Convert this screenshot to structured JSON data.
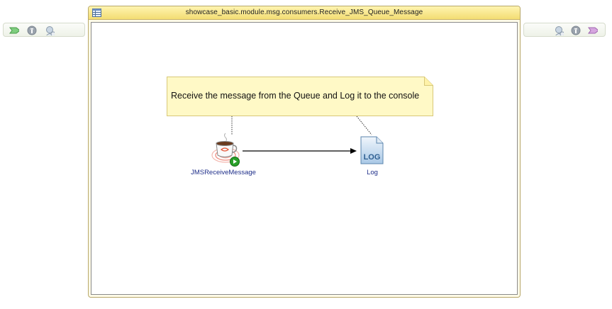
{
  "process": {
    "title": "showcase_basic.module.msg.consumers.Receive_JMS_Queue_Message"
  },
  "note": {
    "text": "Receive the message from the Queue and Log it to the console"
  },
  "activities": {
    "start": {
      "label": "JMSReceiveMessage",
      "icon": "coffee-cup-icon"
    },
    "end": {
      "label": "Log",
      "icon": "log-document-icon",
      "icon_text": "LOG"
    }
  },
  "left_bar": {
    "icons": [
      "start-arrow-icon",
      "info-icon",
      "user-icon"
    ]
  },
  "right_bar": {
    "icons": [
      "user-icon",
      "info-icon",
      "end-arrow-icon"
    ]
  },
  "colors": {
    "header_yellow": "#f3dd73",
    "note_yellow": "#fff9c6",
    "label_blue": "#1f2f8a",
    "start_green": "#2aa02a"
  }
}
